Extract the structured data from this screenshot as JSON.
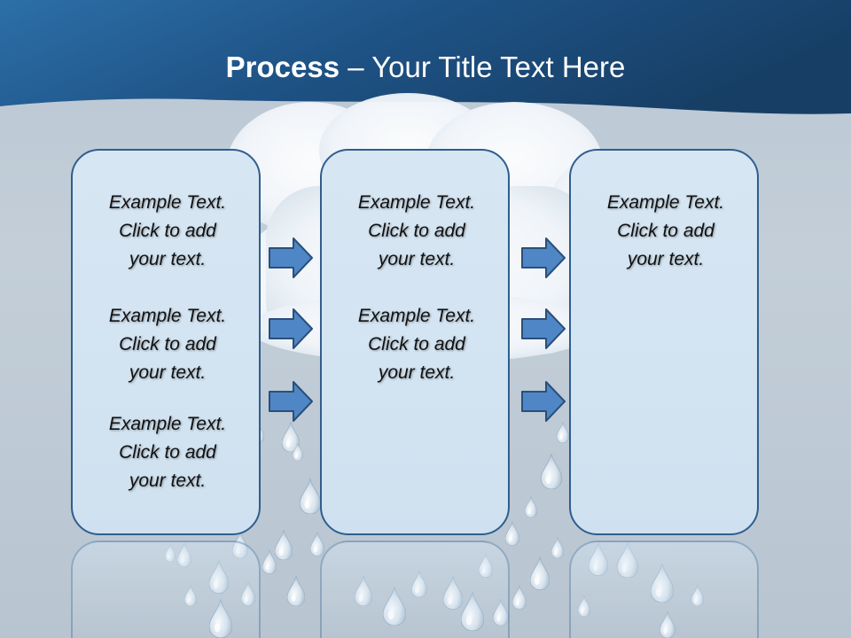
{
  "slide": {
    "title_bold": "Process",
    "title_rest": " – Your Title Text Here",
    "colors": {
      "header": "#1f5a8a",
      "box_border": "#2f5e8e",
      "box_fill": "#d3e4f2",
      "arrow_fill": "#4f86c6",
      "arrow_stroke": "#2a4f7a"
    },
    "columns": [
      {
        "blocks": [
          {
            "line1": "Example Text.",
            "line2": "Click  to add",
            "line3": "your text."
          },
          {
            "line1": "Example Text.",
            "line2": "Click  to add",
            "line3": "your text."
          },
          {
            "line1": "Example Text.",
            "line2": "Click  to add",
            "line3": "your text."
          }
        ]
      },
      {
        "blocks": [
          {
            "line1": "Example Text.",
            "line2": "Click  to add",
            "line3": "your text."
          },
          {
            "line1": "Example Text.",
            "line2": "Click  to add",
            "line3": "your text."
          }
        ]
      },
      {
        "blocks": [
          {
            "line1": "Example Text.",
            "line2": "Click  to add",
            "line3": "your text."
          }
        ]
      }
    ],
    "icons": [
      "arrow-right-icon",
      "raindrop-icon",
      "cloud-icon"
    ]
  }
}
